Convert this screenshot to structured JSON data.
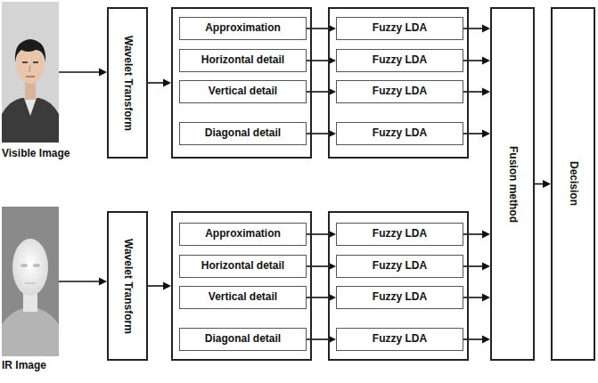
{
  "diagram": {
    "nodes": [
      {
        "text": [
          "Visible Image"
        ]
      },
      {
        "text": [
          "Wavelet Transform"
        ]
      },
      {
        "text": []
      },
      {
        "text": [
          "Approximation"
        ],
        "in": 2
      },
      {
        "text": [
          "Horizontal detail"
        ],
        "in": 2
      },
      {
        "text": [
          "Vertical detail"
        ],
        "in": 2
      },
      {
        "text": [
          "Diagonal detail"
        ],
        "in": 2
      },
      {
        "text": []
      },
      {
        "text": [
          "Fuzzy LDA"
        ],
        "in": 7
      },
      {
        "text": [
          "Fuzzy LDA"
        ],
        "in": 7
      },
      {
        "text": [
          "Fuzzy LDA"
        ],
        "in": 7
      },
      {
        "text": [
          "Fuzzy LDA"
        ],
        "in": 7
      },
      {
        "text": [
          "IR Image"
        ]
      },
      {
        "text": [
          "Wavelet Transform"
        ]
      },
      {
        "text": []
      },
      {
        "text": [
          "Approximation"
        ],
        "in": 14
      },
      {
        "text": [
          "Horizontal detail"
        ],
        "in": 14
      },
      {
        "text": [
          "Vertical detail"
        ],
        "in": 14
      },
      {
        "text": [
          "Diagonal detail"
        ],
        "in": 14
      },
      {
        "text": []
      },
      {
        "text": [
          "Fuzzy LDA"
        ],
        "in": 19
      },
      {
        "text": [
          "Fuzzy LDA"
        ],
        "in": 19
      },
      {
        "text": [
          "Fuzzy LDA"
        ],
        "in": 19
      },
      {
        "text": [
          "Fuzzy LDA"
        ],
        "in": 19
      },
      {
        "text": [
          "Fusion method"
        ]
      },
      {
        "text": [
          "Decision"
        ]
      }
    ],
    "edges": [
      {
        "from": 0,
        "to": 1,
        "arrow": "to"
      },
      {
        "from": 1,
        "to": 2,
        "arrow": "to"
      },
      {
        "from": 3,
        "to": 8,
        "arrow": "to"
      },
      {
        "from": 4,
        "to": 9,
        "arrow": "to"
      },
      {
        "from": 5,
        "to": 10,
        "arrow": "to"
      },
      {
        "from": 6,
        "to": 11,
        "arrow": "to"
      },
      {
        "from": 8,
        "to": 24,
        "arrow": "to"
      },
      {
        "from": 9,
        "to": 24,
        "arrow": "to"
      },
      {
        "from": 10,
        "to": 24,
        "arrow": "to"
      },
      {
        "from": 11,
        "to": 24,
        "arrow": "to"
      },
      {
        "from": 12,
        "to": 13,
        "arrow": "to"
      },
      {
        "from": 13,
        "to": 14,
        "arrow": "to"
      },
      {
        "from": 15,
        "to": 20,
        "arrow": "to"
      },
      {
        "from": 16,
        "to": 21,
        "arrow": "to"
      },
      {
        "from": 17,
        "to": 22,
        "arrow": "to"
      },
      {
        "from": 18,
        "to": 23,
        "arrow": "to"
      },
      {
        "from": 20,
        "to": 24,
        "arrow": "to"
      },
      {
        "from": 21,
        "to": 24,
        "arrow": "to"
      },
      {
        "from": 22,
        "to": 24,
        "arrow": "to"
      },
      {
        "from": 23,
        "to": 24,
        "arrow": "to"
      },
      {
        "from": 24,
        "to": 25,
        "arrow": "to"
      }
    ]
  }
}
